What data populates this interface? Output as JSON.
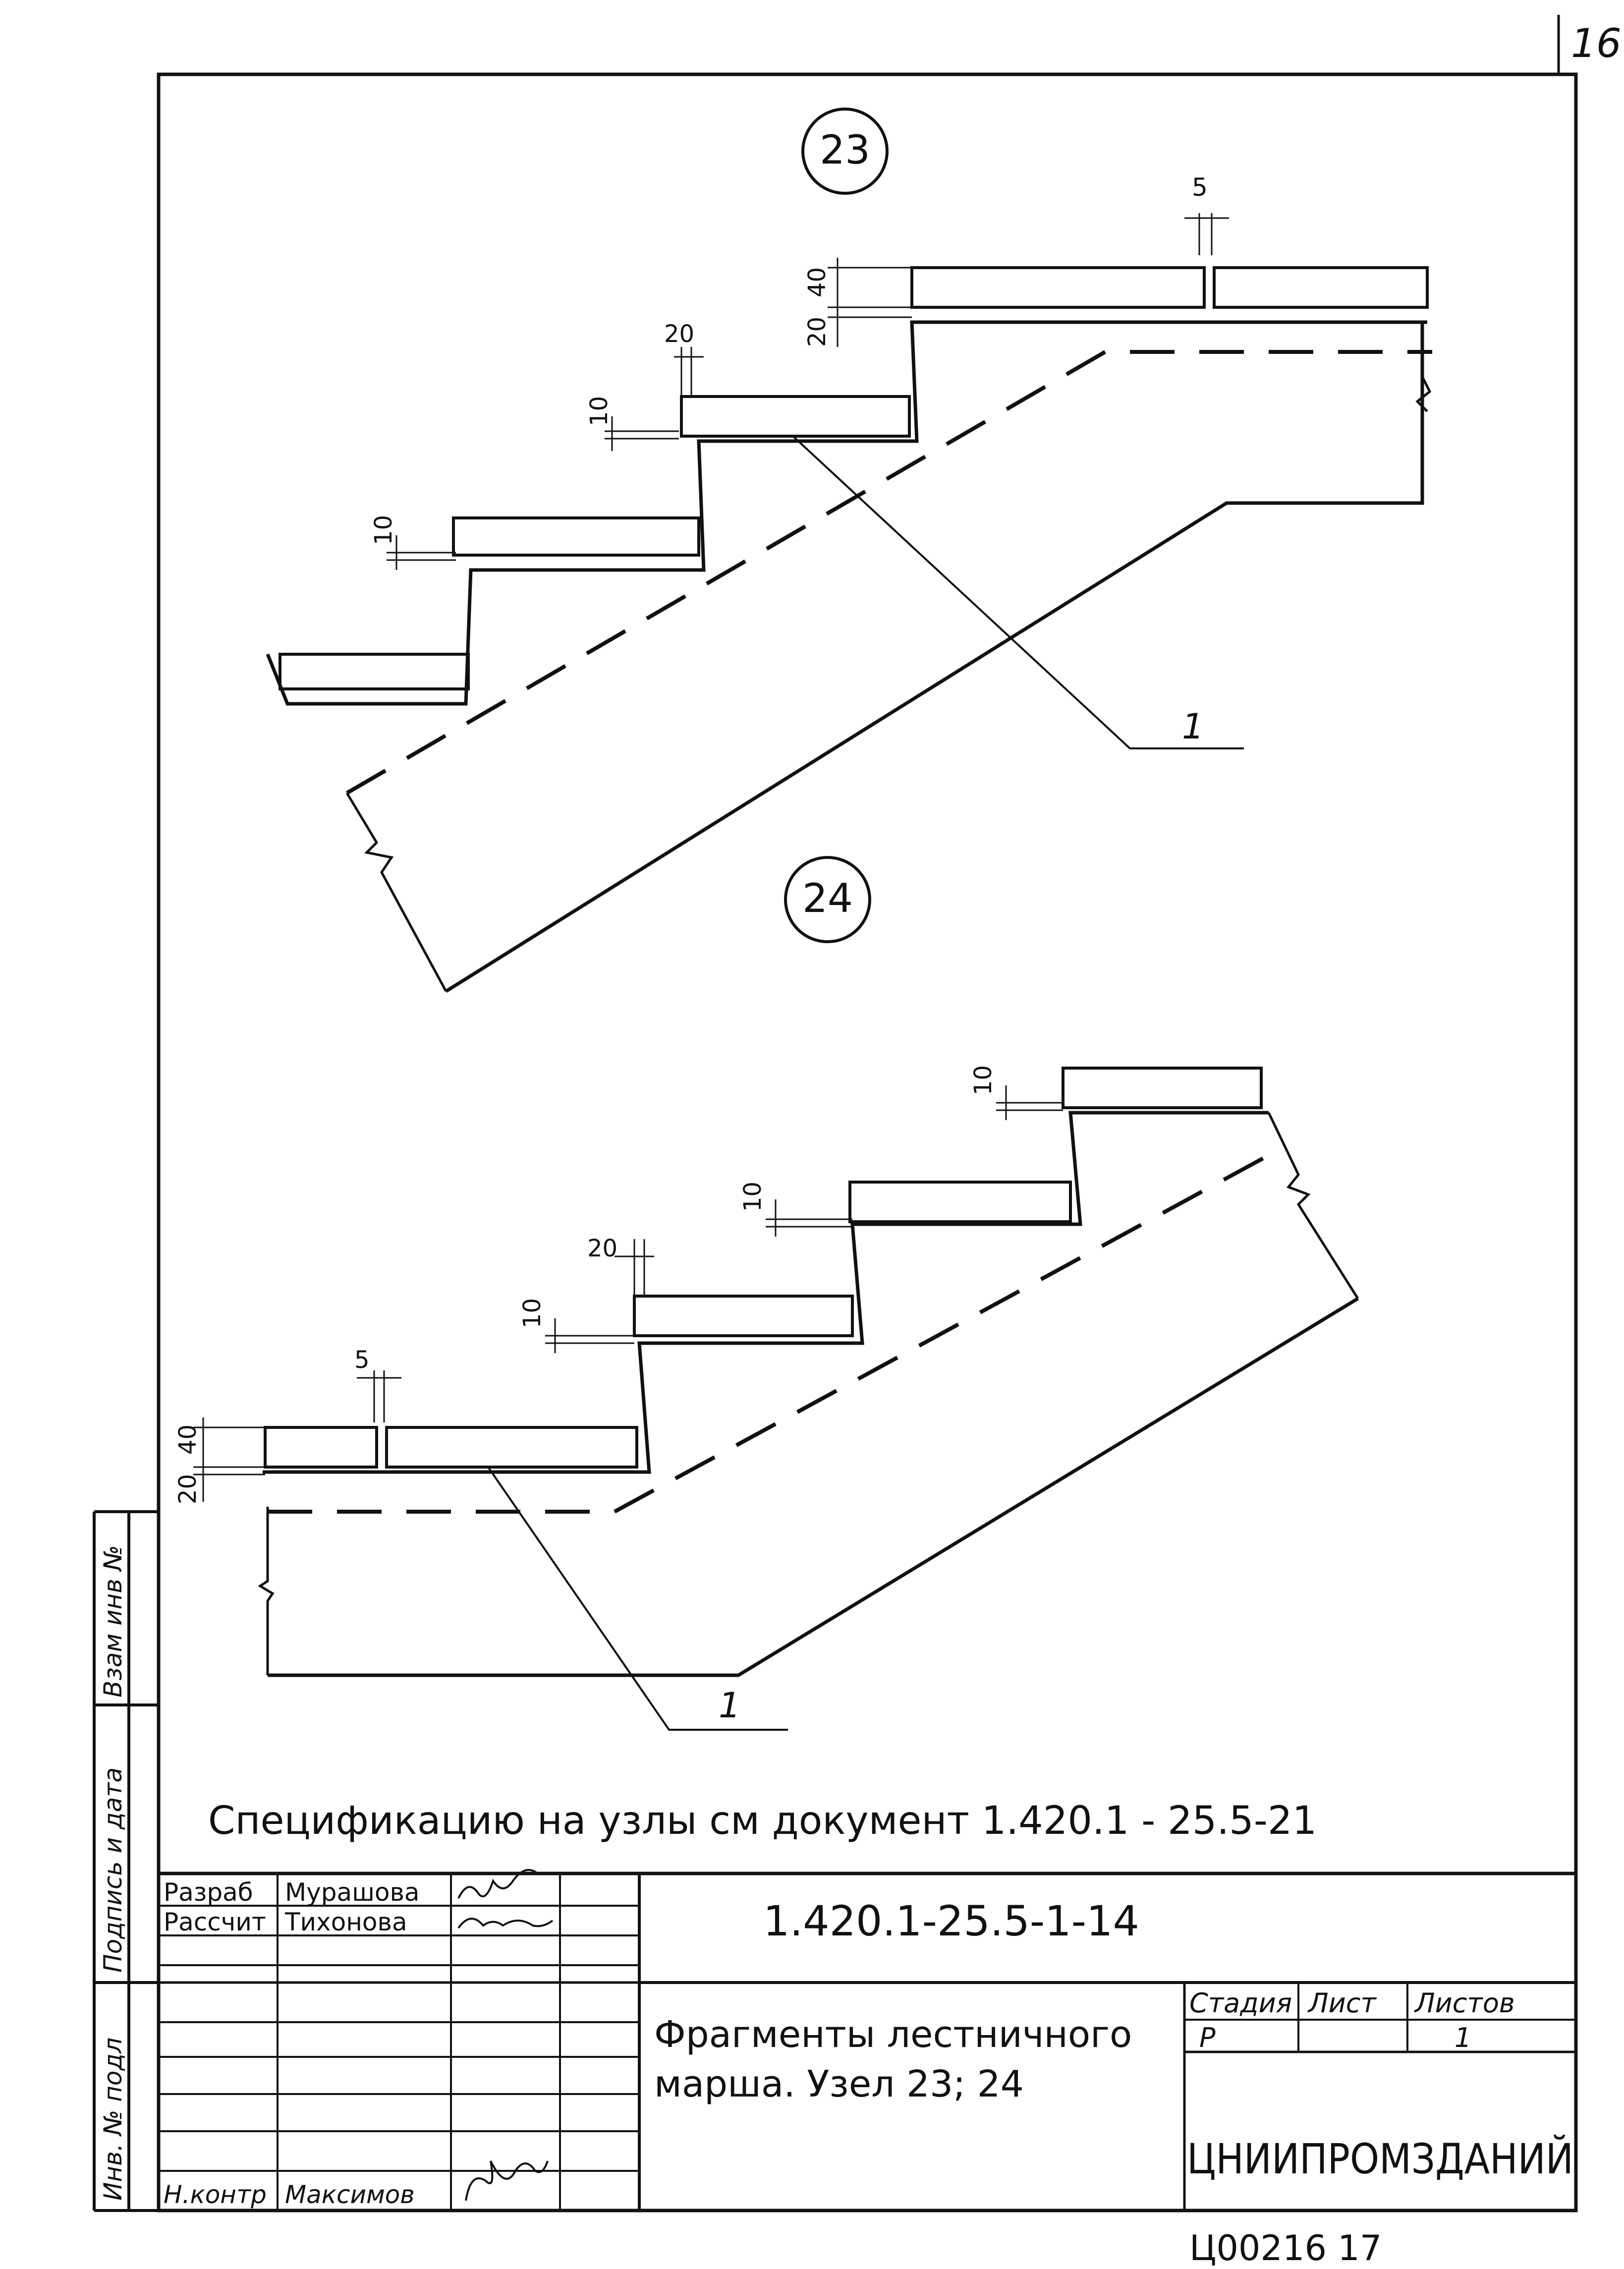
{
  "sheet_number_top": "16",
  "details": {
    "node_23": {
      "label": "23",
      "leader_number": "1",
      "dims": {
        "gap": "5",
        "slab_thickness": "40",
        "mortar_bed": "20",
        "nosing": "20",
        "bed_a": "10",
        "bed_b": "10"
      }
    },
    "node_24": {
      "label": "24",
      "leader_number": "1",
      "dims": {
        "bed_a": "10",
        "bed_b": "10",
        "nosing": "20",
        "bed_c": "10",
        "gap": "5",
        "slab_thickness": "40",
        "mortar_bed": "20"
      }
    }
  },
  "specification_note": "Спецификацию на узлы см документ 1.420.1 - 25.5-21",
  "side_stamp": {
    "inv_no": "Инв. № подл",
    "signature_date": "Подпись и дата",
    "replaces_inv": "Взам инв №"
  },
  "title_block": {
    "document_code": "1.420.1-25.5-1-14",
    "title_line1": "Фрагменты лестничного",
    "title_line2": "марша. Узел 23; 24",
    "rows": [
      {
        "role": "Разраб",
        "name": "Мурашова"
      },
      {
        "role": "Рассчит",
        "name": "Тихонова"
      },
      {
        "role": "Н.контр",
        "name": "Максимов"
      }
    ],
    "stage_header": "Стадия",
    "sheet_header": "Лист",
    "sheets_header": "Листов",
    "stage_value": "Р",
    "sheet_value": "",
    "sheets_value": "1",
    "organization": "ЦНИИПРОМЗДАНИЙ"
  },
  "bottom_stamp": "Ц00216   17"
}
